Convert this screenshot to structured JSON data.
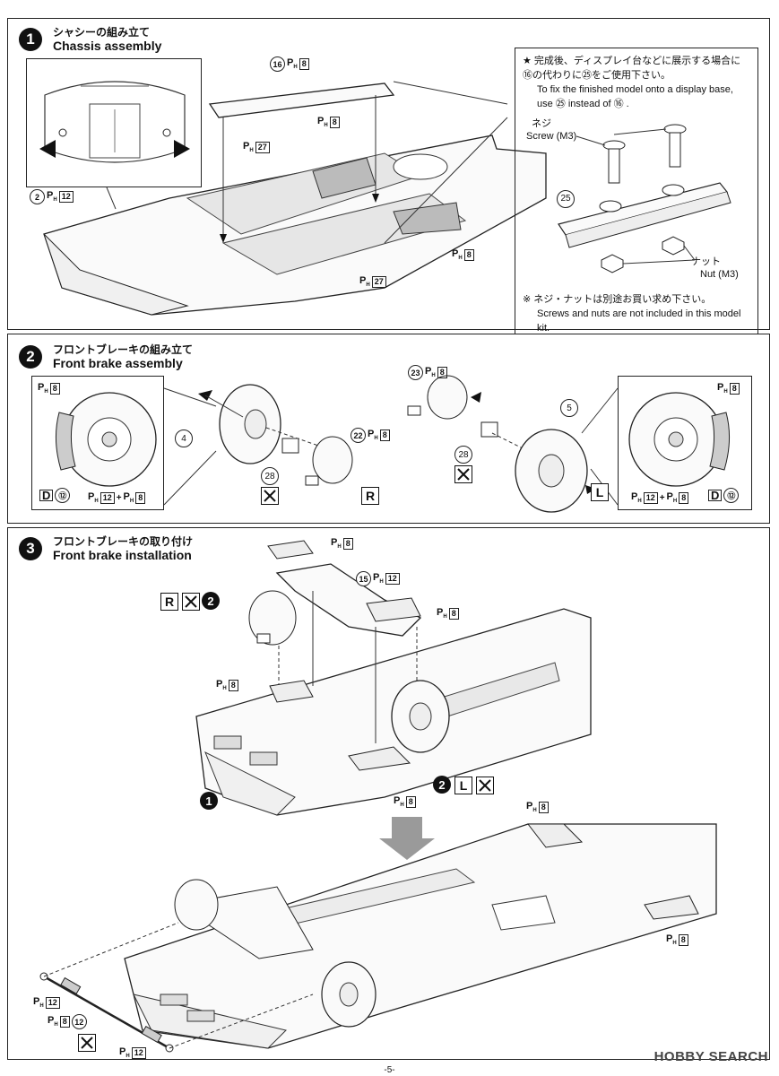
{
  "step1": {
    "number": "1",
    "title_jp": "シャシーの組み立て",
    "title_en": "Chassis assembly",
    "labels": [
      {
        "part": "16",
        "tree": "PH",
        "num": "8"
      },
      {
        "part": "",
        "tree": "PH",
        "num": "8"
      },
      {
        "part": "",
        "tree": "PH",
        "num": "27"
      },
      {
        "part": "2",
        "tree": "PH",
        "num": "12"
      },
      {
        "part": "",
        "tree": "PH",
        "num": "8"
      },
      {
        "part": "",
        "tree": "PH",
        "num": "27"
      }
    ],
    "note": {
      "star_jp": "★ 完成後、ディスプレイ台などに展示する場合に⑯の代わりに㉕をご使用下さい。",
      "star_en": "To fix the finished model onto a display base, use ㉕ instead of ⑯ .",
      "screw_jp": "ネジ",
      "screw_en": "Screw (M3)",
      "part25": "25",
      "nut_jp": "ナット",
      "nut_en": "Nut (M3)",
      "footnote_jp": "※ ネジ・ナットは別途お買い求め下さい。",
      "footnote_en": "Screws and nuts are not included in this model kit."
    }
  },
  "step2": {
    "number": "2",
    "title_jp": "フロントブレーキの組み立て",
    "title_en": "Front brake assembly",
    "left_inset": {
      "tree": "PH",
      "num": "8",
      "decal": "D",
      "decal_num": "⑫",
      "mix_a": "12",
      "mix_sep": "+",
      "mix_b": "8"
    },
    "right_inset": {
      "tree": "PH",
      "num": "8",
      "decal": "D",
      "decal_num": "⑫",
      "mix_a": "12",
      "mix_sep": "+",
      "mix_b": "8"
    },
    "parts": {
      "p4": "4",
      "p28a": "28",
      "p22": "22",
      "p22_num": "8",
      "p23": "23",
      "p23_num": "8",
      "p5": "5",
      "p28b": "28"
    },
    "side_r": "R",
    "side_l": "L"
  },
  "step3": {
    "number": "3",
    "title_jp": "フロントブレーキの取り付け",
    "title_en": "Front brake installation",
    "labels": {
      "top_ph": "8",
      "p15": "15",
      "p15_num": "12",
      "right_ph": "8",
      "left_ph": "8",
      "bottom_ph": "8",
      "upper_right_ph": "8",
      "rear_ph": "8",
      "tie_ph_a": "12",
      "tie_ph_b": "8",
      "tie_part": "12",
      "tie_ph_c": "12"
    },
    "ref_r": "R",
    "ref_step_r": "2",
    "ref_step_l": "2",
    "ref_l": "L",
    "chassis_ref": "1"
  },
  "page_number": "-5-",
  "watermark": "HOBBY SEARCH"
}
